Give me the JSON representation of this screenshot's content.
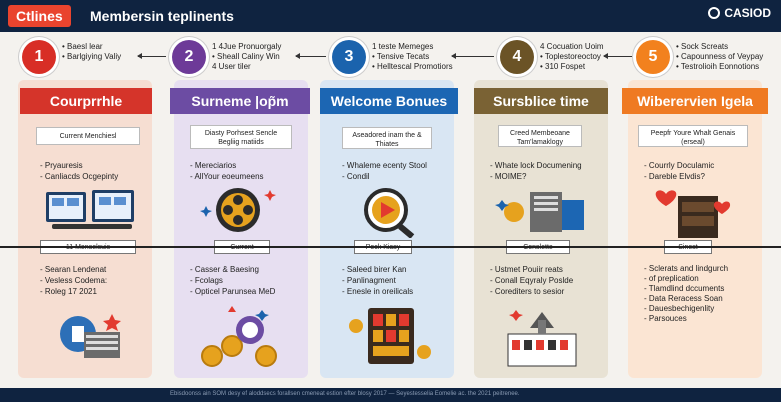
{
  "header": {
    "logo": "Ctlines",
    "title": "Membersin teplinents",
    "brand": "CASIOD"
  },
  "steps": [
    {
      "num": "1",
      "line1": "• Baesl lear",
      "line2": "• Barlgiying Valiy",
      "line3": ""
    },
    {
      "num": "2",
      "line1": "1 4Jue Pronuorgaly",
      "line2": "• Sheall Caliny Win",
      "line3": "4 User tiler"
    },
    {
      "num": "3",
      "line1": "1 teste Memeges",
      "line2": "• Tensive Tecats",
      "line3": "• Helltescal Promotiors"
    },
    {
      "num": "4",
      "line1": "4 Cocuation Uoim",
      "line2": "• Toplestoreoctoy",
      "line3": "• 310 Fospet"
    },
    {
      "num": "5",
      "line1": "• Sock Screats",
      "line2": "• Capounness of Veypay",
      "line3": "• Testrolioih Eonnotions"
    }
  ],
  "columns": [
    {
      "banner": "Courprrhle",
      "box": "Current Menchiesl",
      "list_top": [
        "Pryauresis",
        "Canliacds Ocgepinty"
      ],
      "tag": "11 Menselsuis",
      "list_bottom": [
        "Searan Lendenat",
        "Vesless Codema:",
        "Roleg 17 2021"
      ]
    },
    {
      "banner": "Surneme |op̃m",
      "box": "Diasty Porhsest Sencle Begliig rnatiids",
      "list_top": [
        "Mereciarios",
        "AllYour eoeumeens"
      ],
      "tag": "Current",
      "list_bottom": [
        "Casser & Baesing",
        "Fcolags",
        "Opticel Parunsea MeD"
      ]
    },
    {
      "banner": "Welcome Bonues",
      "box": "Aseadored inam the & Thiates",
      "list_top": [
        "Whaleme ecenty Stool",
        "Condil"
      ],
      "tag": "Pock Kiasy",
      "list_bottom": [
        "Saleed birer Kan",
        "Panlinagment",
        "Enesle in oreilicals"
      ]
    },
    {
      "banner": "Sursblice time",
      "box": "Creed Membeoane Tam'lamaklogy",
      "list_top": [
        "Whate lock Documening",
        "MOIME?"
      ],
      "tag": "Conslette",
      "list_bottom": [
        "Ustmet Pouiir reats",
        "Conall Eqyraly Poslde",
        "Corediters to sesior"
      ]
    },
    {
      "banner": "Wiberervien Igela",
      "box": "Peepfr Youre Whalt Genais (erseal)",
      "list_top": [
        "Courrly Doculamic",
        "Dareble Elvdis?"
      ],
      "tag": "Sinest",
      "list_bottom": [
        "Sclerats and lindgurch",
        "of preplication",
        "Tlamdlind dccuments",
        "Data Reracess Soan",
        "Dauesbechigenlity",
        "Parsouces"
      ]
    }
  ],
  "footer": {
    "text": "Ebisdoonss ain SOM desy ef aloddsecs forallsen cmeneat estion efter blosy 2017 — Seyestesselia Eomelie ac. the 2021 peitrenee."
  },
  "colors": {
    "header_bg": "#0f2340",
    "logo_bg": "#e9442e",
    "step_colors": [
      "#d82e26",
      "#6d3a98",
      "#1b63ad",
      "#6b5326",
      "#f2811e"
    ],
    "column_bg": [
      "#f6ded2",
      "#e7dff1",
      "#d9e6f3",
      "#e8e2d4",
      "#fbe5d3"
    ],
    "banner_colors": [
      "#d5342a",
      "#6c4ca3",
      "#1c66b3",
      "#7a6234",
      "#ef7a22"
    ]
  }
}
